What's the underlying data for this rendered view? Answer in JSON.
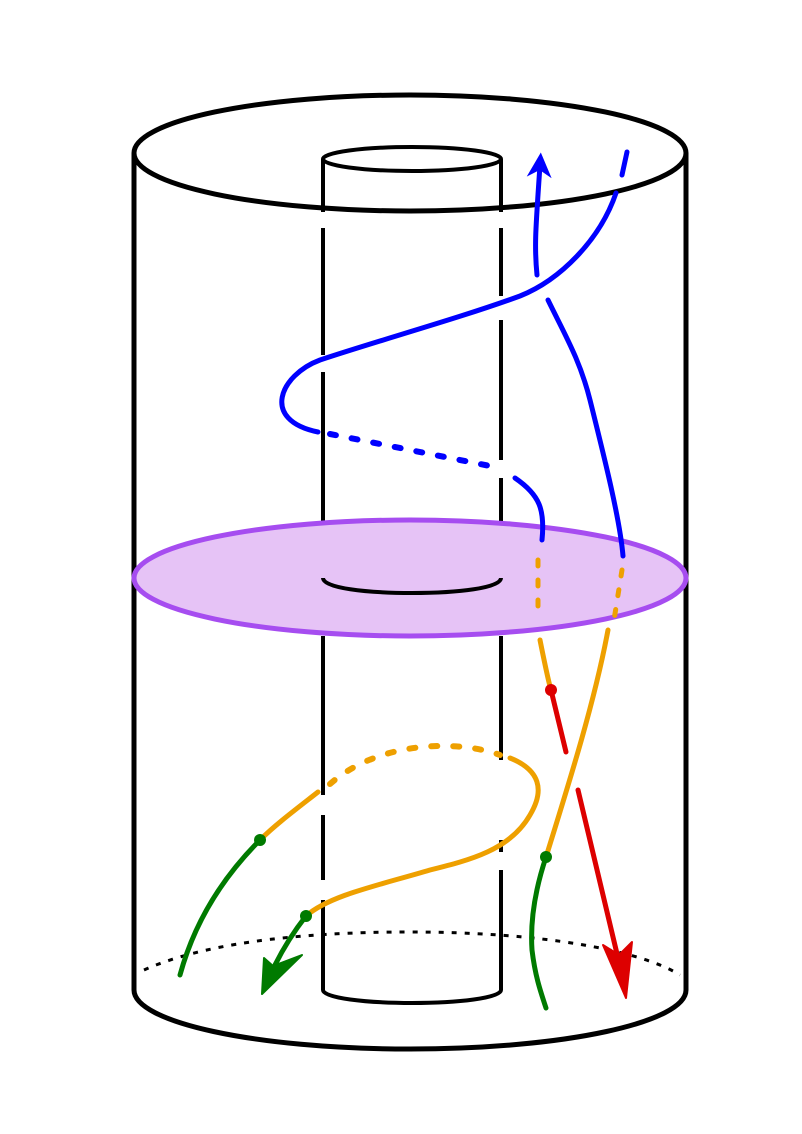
{
  "diagram": {
    "kind": "cylinder-with-inner-tube-and-strands",
    "colors": {
      "outline": "#000000",
      "disk_fill": "#e6c3f6",
      "disk_stroke": "#a64df0",
      "blue": "#0000ff",
      "orange": "#eea000",
      "red": "#dd0000",
      "green": "#007a00"
    },
    "strands": [
      {
        "name": "blue-helix",
        "color": "blue"
      },
      {
        "name": "blue-up-arrow",
        "color": "blue"
      },
      {
        "name": "orange-helix",
        "color": "orange"
      },
      {
        "name": "orange-right",
        "color": "orange"
      },
      {
        "name": "red-arrow",
        "color": "red"
      },
      {
        "name": "green-left",
        "color": "green"
      },
      {
        "name": "green-arrow",
        "color": "green"
      },
      {
        "name": "green-right",
        "color": "green"
      }
    ]
  }
}
